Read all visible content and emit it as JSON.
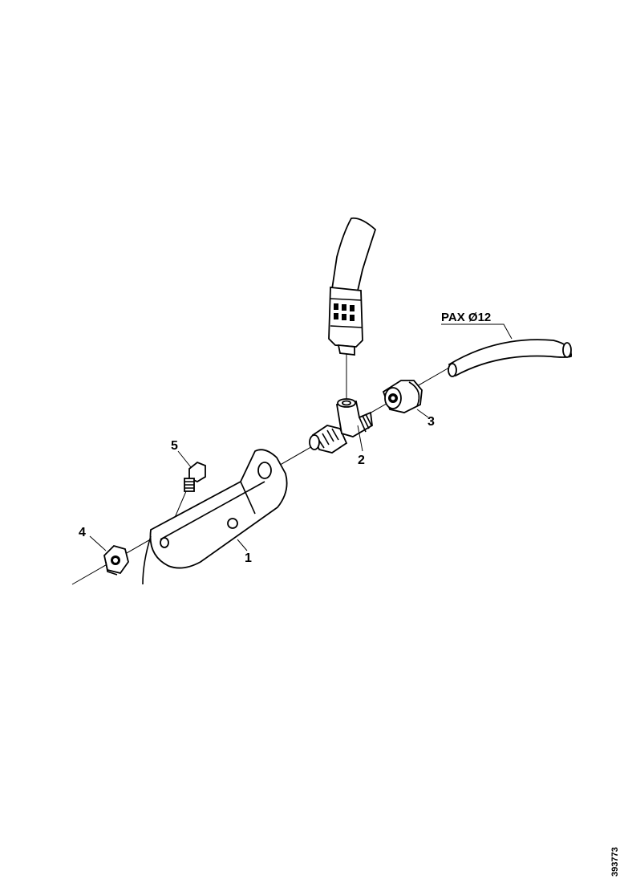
{
  "diagram": {
    "callouts": [
      "1",
      "2",
      "3",
      "4",
      "5"
    ],
    "hose_label": "PAX Ø12",
    "document_id": "393773"
  },
  "icons": {
    "bracket": "bracket-icon",
    "tee_fitting": "tee-fitting-icon",
    "union": "union-fitting-icon",
    "nut": "nut-icon",
    "bolt": "bolt-icon",
    "hose": "hose-icon",
    "tube": "pax-tube-icon"
  }
}
